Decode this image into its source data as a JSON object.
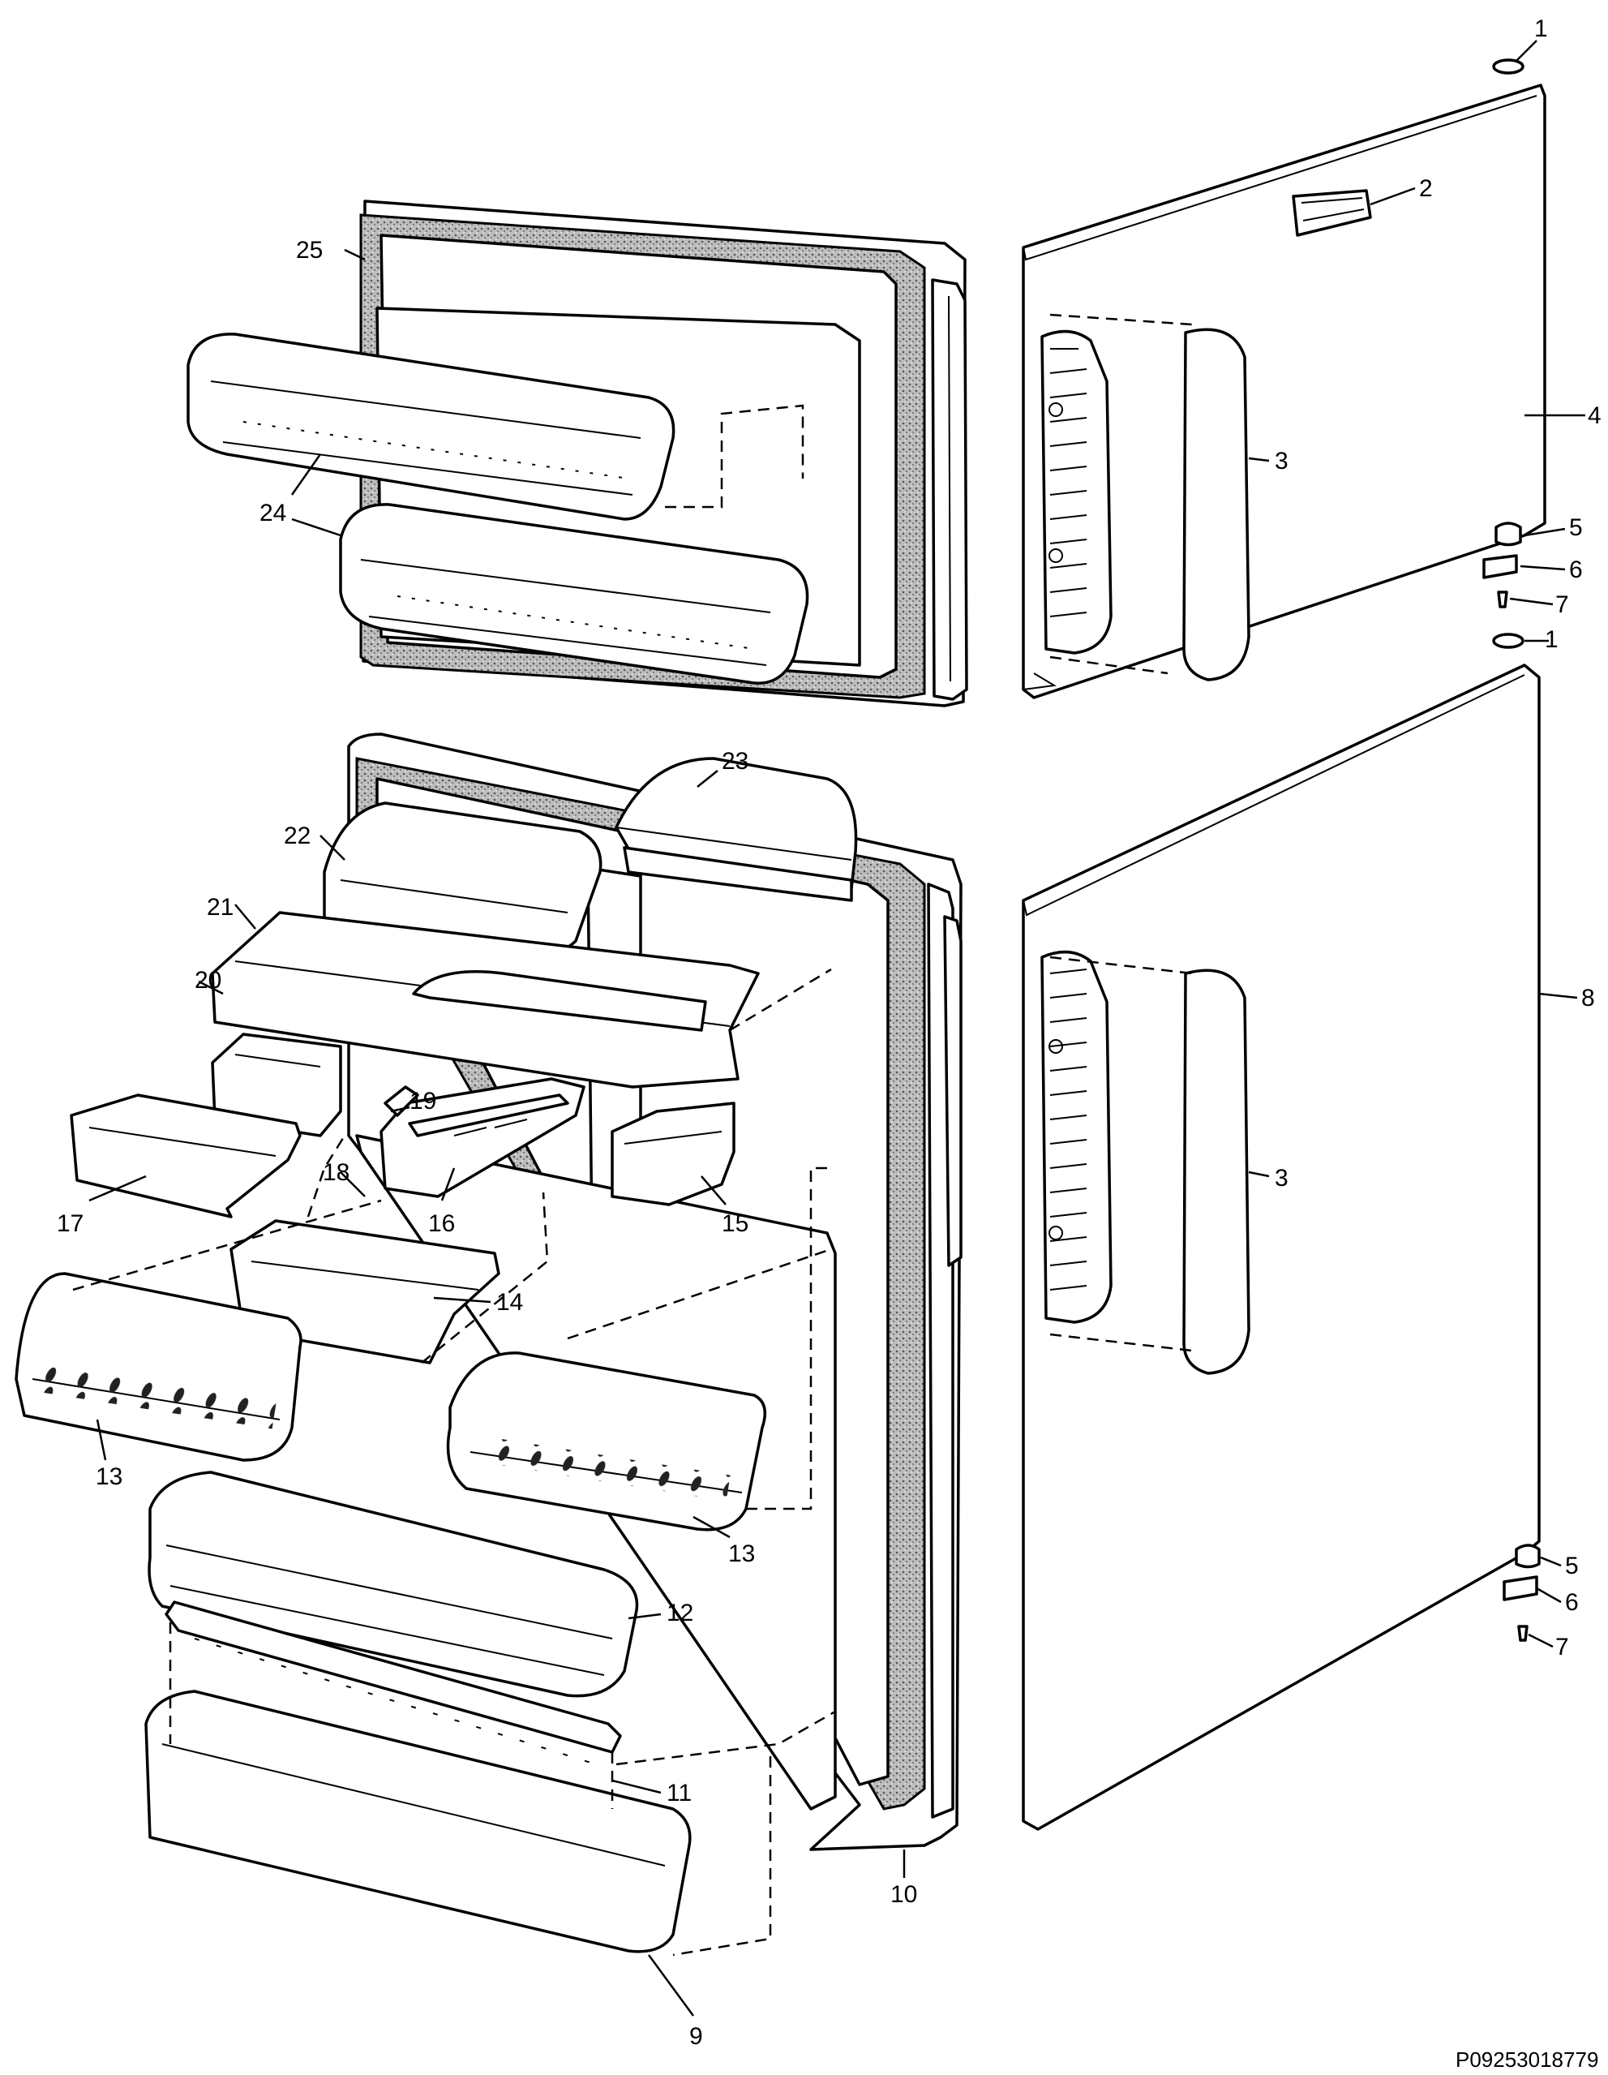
{
  "callouts": [
    {
      "id": "1a",
      "label": "1"
    },
    {
      "id": "1b",
      "label": "1"
    },
    {
      "id": "2",
      "label": "2"
    },
    {
      "id": "3a",
      "label": "3"
    },
    {
      "id": "3b",
      "label": "3"
    },
    {
      "id": "4",
      "label": "4"
    },
    {
      "id": "5a",
      "label": "5"
    },
    {
      "id": "5b",
      "label": "5"
    },
    {
      "id": "6a",
      "label": "6"
    },
    {
      "id": "6b",
      "label": "6"
    },
    {
      "id": "7a",
      "label": "7"
    },
    {
      "id": "7b",
      "label": "7"
    },
    {
      "id": "8",
      "label": "8"
    },
    {
      "id": "9",
      "label": "9"
    },
    {
      "id": "10",
      "label": "10"
    },
    {
      "id": "11",
      "label": "11"
    },
    {
      "id": "12",
      "label": "12"
    },
    {
      "id": "13a",
      "label": "13"
    },
    {
      "id": "13b",
      "label": "13"
    },
    {
      "id": "14",
      "label": "14"
    },
    {
      "id": "15",
      "label": "15"
    },
    {
      "id": "16",
      "label": "16"
    },
    {
      "id": "17",
      "label": "17"
    },
    {
      "id": "18",
      "label": "18"
    },
    {
      "id": "19",
      "label": "19"
    },
    {
      "id": "20",
      "label": "20"
    },
    {
      "id": "21",
      "label": "21"
    },
    {
      "id": "22",
      "label": "22"
    },
    {
      "id": "23",
      "label": "23"
    },
    {
      "id": "24",
      "label": "24"
    },
    {
      "id": "25",
      "label": "25"
    }
  ],
  "document_id": "P09253018779"
}
